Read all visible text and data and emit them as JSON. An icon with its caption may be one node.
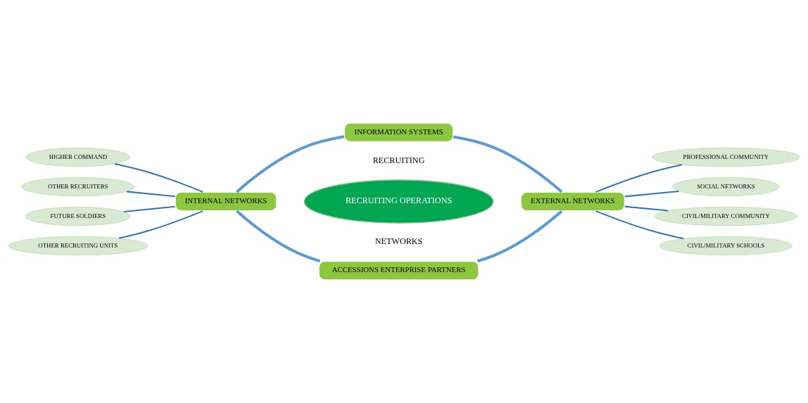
{
  "diagram": {
    "nodes": [
      {
        "text": [
          "INFORMATION SYSTEMS"
        ]
      },
      {
        "text": [
          "INTERNAL NETWORKS"
        ]
      },
      {
        "text": [
          "RECRUITING OPERATIONS"
        ]
      },
      {
        "text": [
          "EXTERNAL NETWORKS"
        ]
      },
      {
        "text": [
          "ACCESSIONS ENTERPRISE PARTNERS"
        ]
      },
      {
        "text": [
          "HIGHER COMMAND"
        ]
      },
      {
        "text": [
          "OTHER RECRUITERS"
        ]
      },
      {
        "text": [
          "FUTURE SOLDIERS"
        ]
      },
      {
        "text": [
          "OTHER RECRUITING UNITS"
        ]
      },
      {
        "text": [
          "PROFESSIONAL COMMUNITY"
        ]
      },
      {
        "text": [
          "SOCIAL NETWORKS"
        ]
      },
      {
        "text": [
          "CIVIL/MILITARY COMMUNITY"
        ]
      },
      {
        "text": [
          "CIVIL/MILITARY SCHOOLS"
        ]
      }
    ],
    "edges": [
      {
        "from": 1,
        "to": 0,
        "arrow": "none",
        "style": "thick",
        "color": "#5b9bd5"
      },
      {
        "from": 0,
        "to": 3,
        "arrow": "none",
        "style": "thick",
        "color": "#5b9bd5"
      },
      {
        "from": 3,
        "to": 4,
        "arrow": "none",
        "style": "thick",
        "color": "#5b9bd5"
      },
      {
        "from": 4,
        "to": 1,
        "arrow": "none",
        "style": "thick",
        "color": "#5b9bd5"
      },
      {
        "from": 5,
        "to": 1,
        "arrow": "none"
      },
      {
        "from": 6,
        "to": 1,
        "arrow": "none"
      },
      {
        "from": 7,
        "to": 1,
        "arrow": "none"
      },
      {
        "from": 8,
        "to": 1,
        "arrow": "none"
      },
      {
        "from": 3,
        "to": 9,
        "arrow": "none"
      },
      {
        "from": 3,
        "to": 10,
        "arrow": "none"
      },
      {
        "from": 3,
        "to": 11,
        "arrow": "none"
      },
      {
        "from": 3,
        "to": 12,
        "arrow": "none"
      }
    ],
    "labels": [
      "RECRUITING",
      "NETWORKS"
    ]
  }
}
